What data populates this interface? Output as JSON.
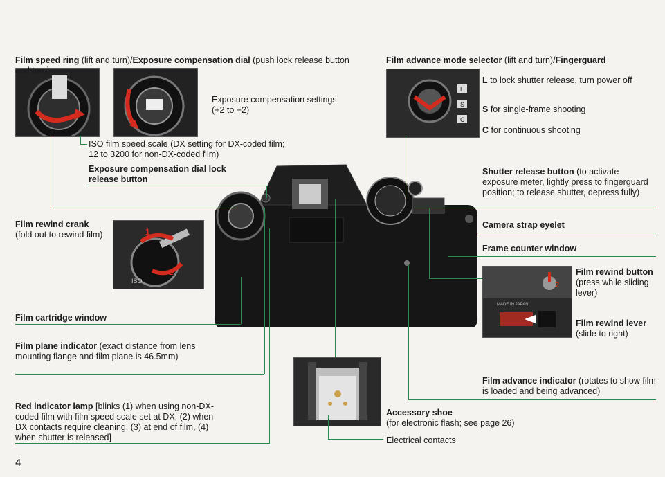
{
  "labels": {
    "film_speed_ring": {
      "title": "Film speed ring",
      "note": " (lift and turn)/",
      "title2": "Exposure compensation dial",
      "note2": " (push lock release button and turn)"
    },
    "exp_comp_settings": {
      "line1": "Exposure compensation settings",
      "line2": "(+2 to −2)"
    },
    "iso_scale": {
      "line1": "ISO film speed scale (DX setting for DX-coded film;",
      "line2": "12 to 3200 for non-DX-coded film)"
    },
    "exp_lock": {
      "line1": "Exposure compensation dial lock",
      "line2": "release button"
    },
    "film_rewind_crank": {
      "title": "Film rewind crank",
      "note": "(fold out to rewind film)"
    },
    "film_cartridge_window": {
      "title": "Film cartridge window"
    },
    "film_plane": {
      "title": "Film plane indicator",
      "note": " (exact distance from lens mounting flange and film plane is 46.5mm)"
    },
    "red_lamp": {
      "title": "Red indicator lamp",
      "note": " [blinks (1) when using non-DX-coded film with film speed scale set at DX, (2) when DX contacts require cleaning, (3) at end of film, (4) when shutter is released]"
    },
    "advance_mode": {
      "title": "Film advance mode selector",
      "note": " (lift and turn)/",
      "title2": "Fingerguard"
    },
    "mode_l": {
      "key": "L",
      "text": " to lock shutter release, turn power off"
    },
    "mode_s": {
      "key": "S",
      "text": " for single-frame shooting"
    },
    "mode_c": {
      "key": "C",
      "text": " for continuous shooting"
    },
    "shutter": {
      "title": "Shutter release button",
      "note": " (to activate exposure meter, lightly press to fingerguard position; to release shutter, depress fully)"
    },
    "strap": {
      "title": "Camera strap eyelet"
    },
    "frame_counter": {
      "title": "Frame counter window"
    },
    "rewind_button": {
      "title": "Film rewind button",
      "note": "(press while sliding lever)"
    },
    "rewind_lever": {
      "title": "Film rewind lever",
      "note": "(slide to right)"
    },
    "advance_indicator": {
      "title": "Film advance indicator",
      "note": " (rotates to show film is loaded and being advanced)"
    },
    "accessory_shoe": {
      "title": "Accessory shoe",
      "note": "(for electronic flash; see page 26)"
    },
    "electrical": {
      "title": "Electrical contacts"
    }
  },
  "photo_text": {
    "num1": "1",
    "num2": "2",
    "iso": "ISO",
    "made": "MADE IN JAPAN",
    "mode_l": "L",
    "mode_s": "S",
    "mode_c": "C"
  },
  "page_number": "4",
  "colors": {
    "leader": "#2a8a4a",
    "arrow": "#d42b1e",
    "camera": "#161616"
  }
}
